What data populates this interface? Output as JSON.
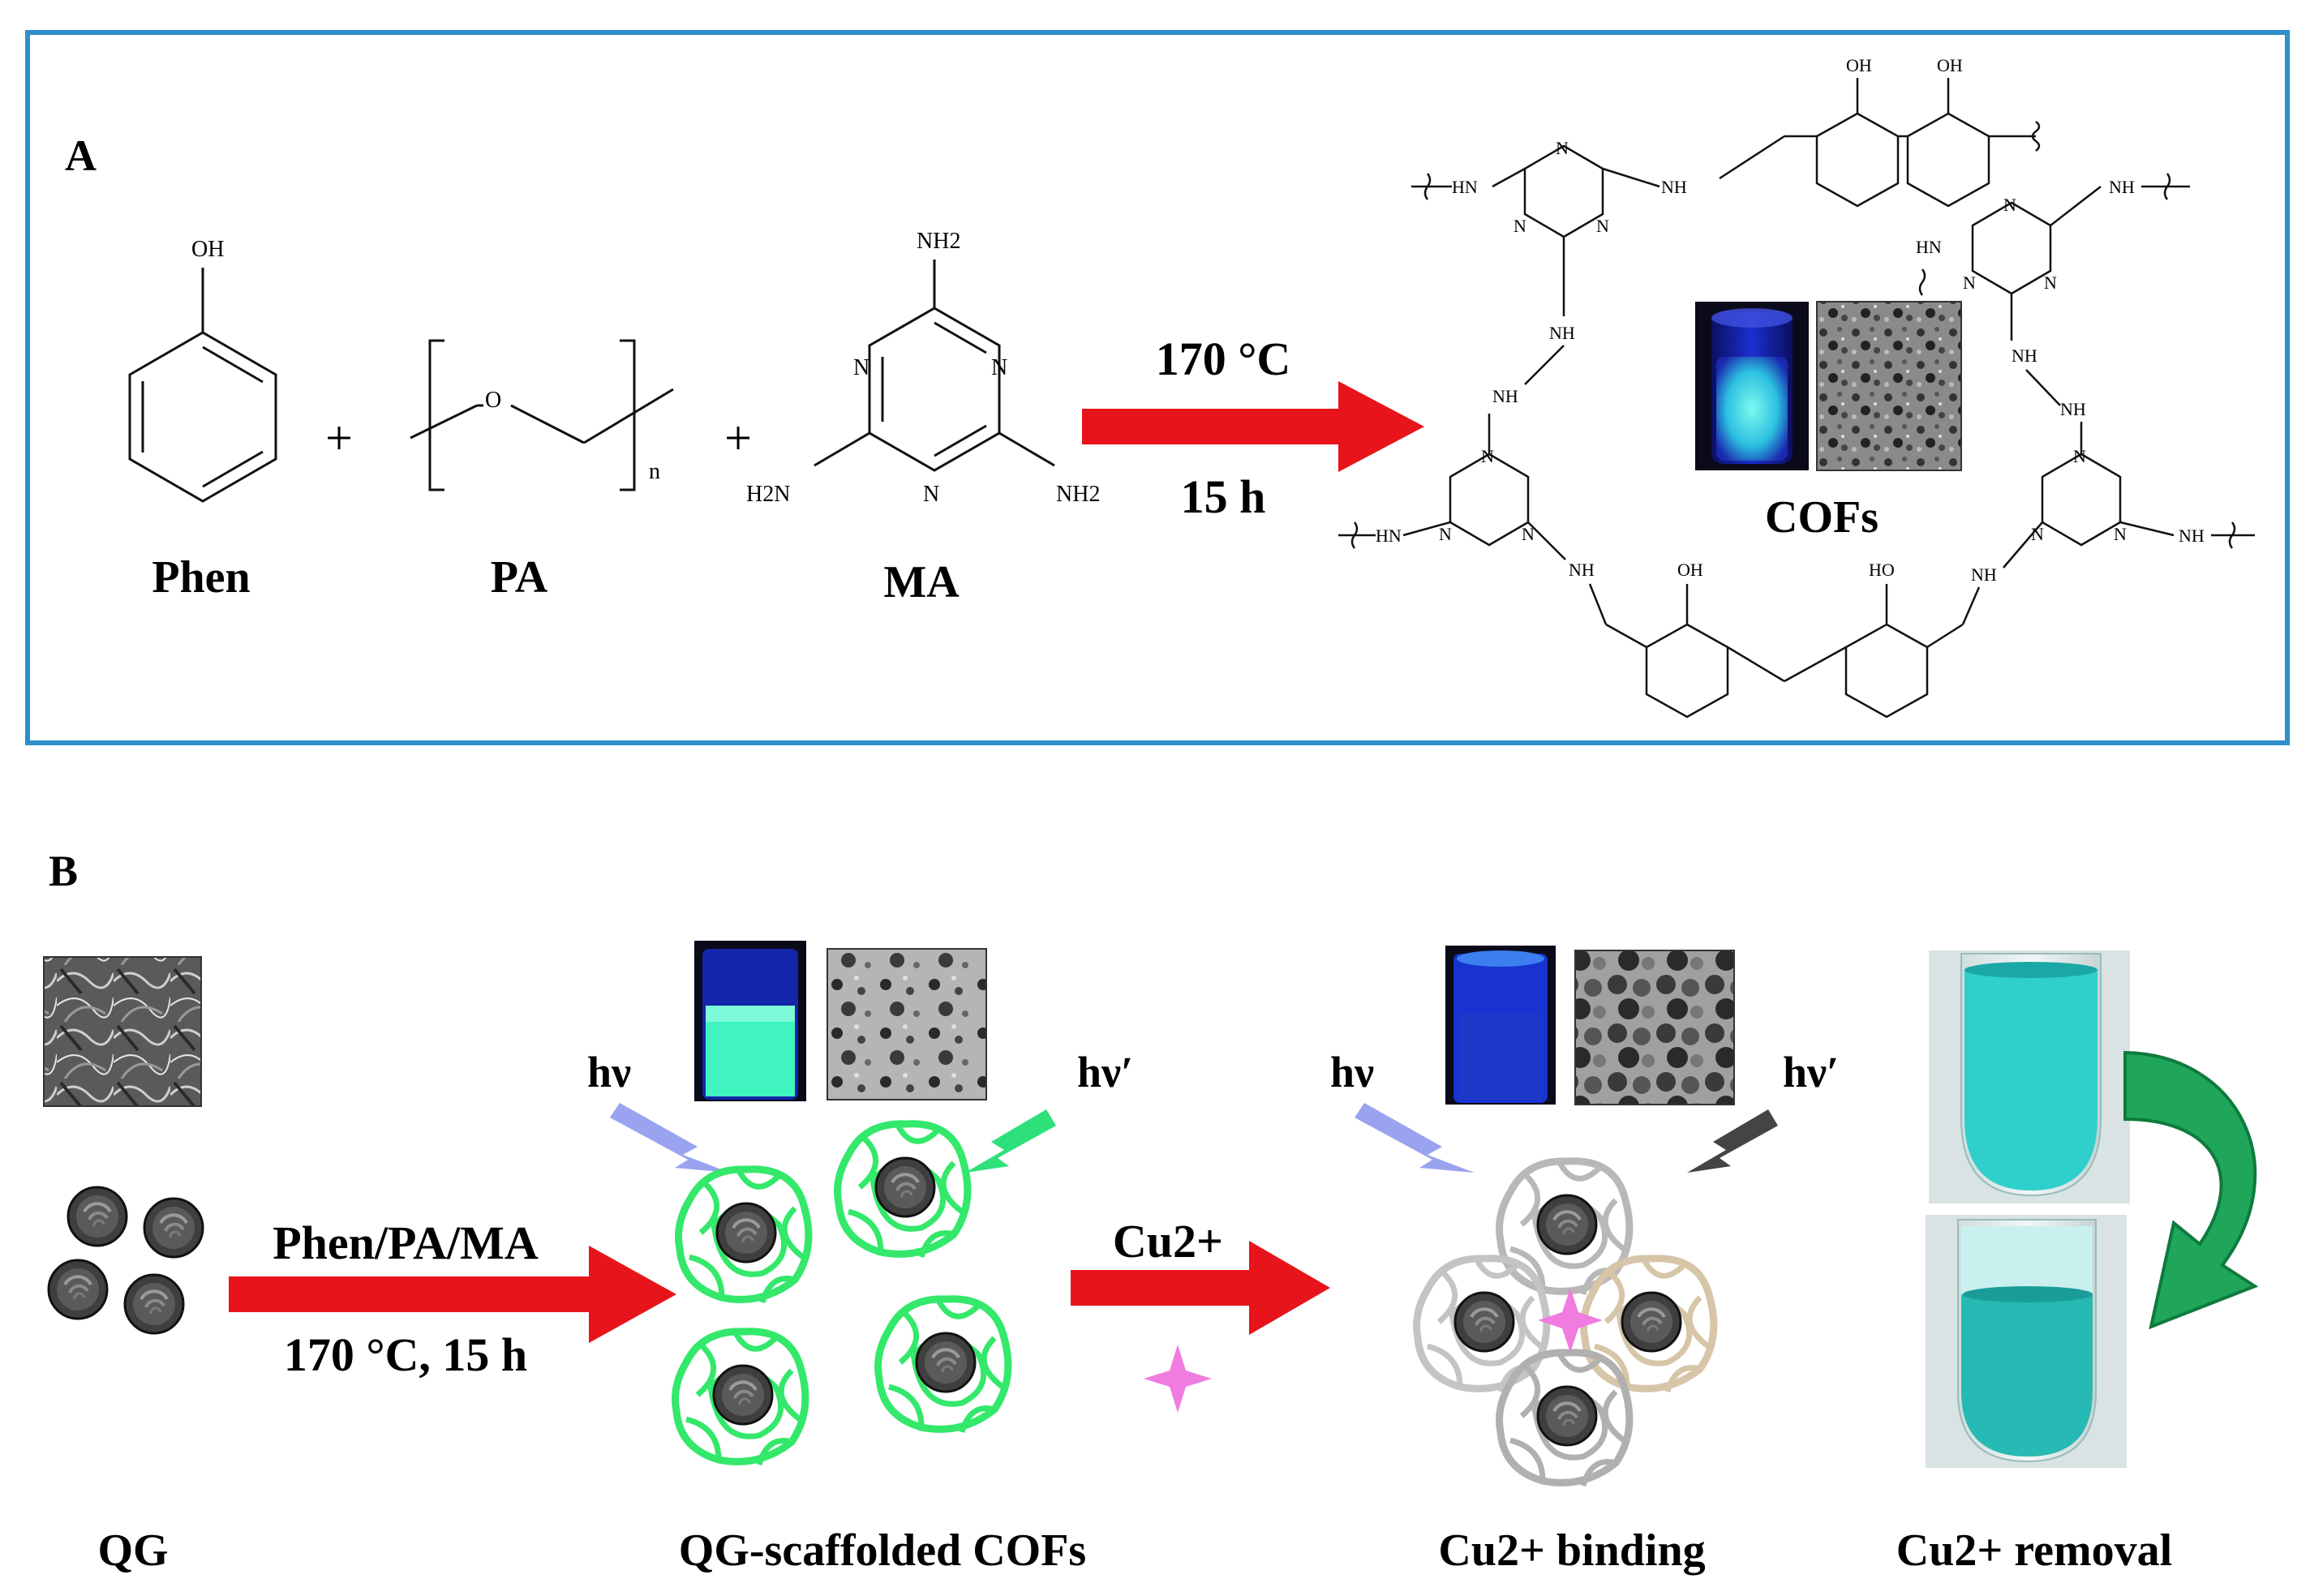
{
  "panel_a": {
    "label": "A",
    "reactants": [
      "Phen",
      "PA",
      "MA"
    ],
    "plus": "+",
    "condition_temp": "170 °C",
    "condition_time": "15 h",
    "product": "COFs",
    "atoms": {
      "oh": "OH",
      "o": "O",
      "n": "N",
      "nh2": "NH2",
      "h2n": "H2N",
      "nh": "NH",
      "hn": "HN",
      "ho": "HO",
      "nh_alt": "NH",
      "repeat_n": "n"
    }
  },
  "panel_b": {
    "label": "B",
    "reagents": "Phen/PA/MA",
    "condition": "170 °C, 15 h",
    "ion": "Cu2+",
    "hv": "hν",
    "hv_prime": "hν′",
    "stages": [
      "QG",
      "QG-scaffolded COFs",
      "Cu2+ binding",
      "Cu2+ removal"
    ]
  },
  "colors": {
    "frame": "#2e8fc9",
    "arrow": "#e8141b",
    "cof_green": "#36e86e",
    "uv_blue": "#0a1a8a",
    "fluor_cyan": "#3fe0d8",
    "cu_solution": "#27c7c4",
    "sparkle": "#f07ce0",
    "curve_arrow": "#1fa65a"
  }
}
